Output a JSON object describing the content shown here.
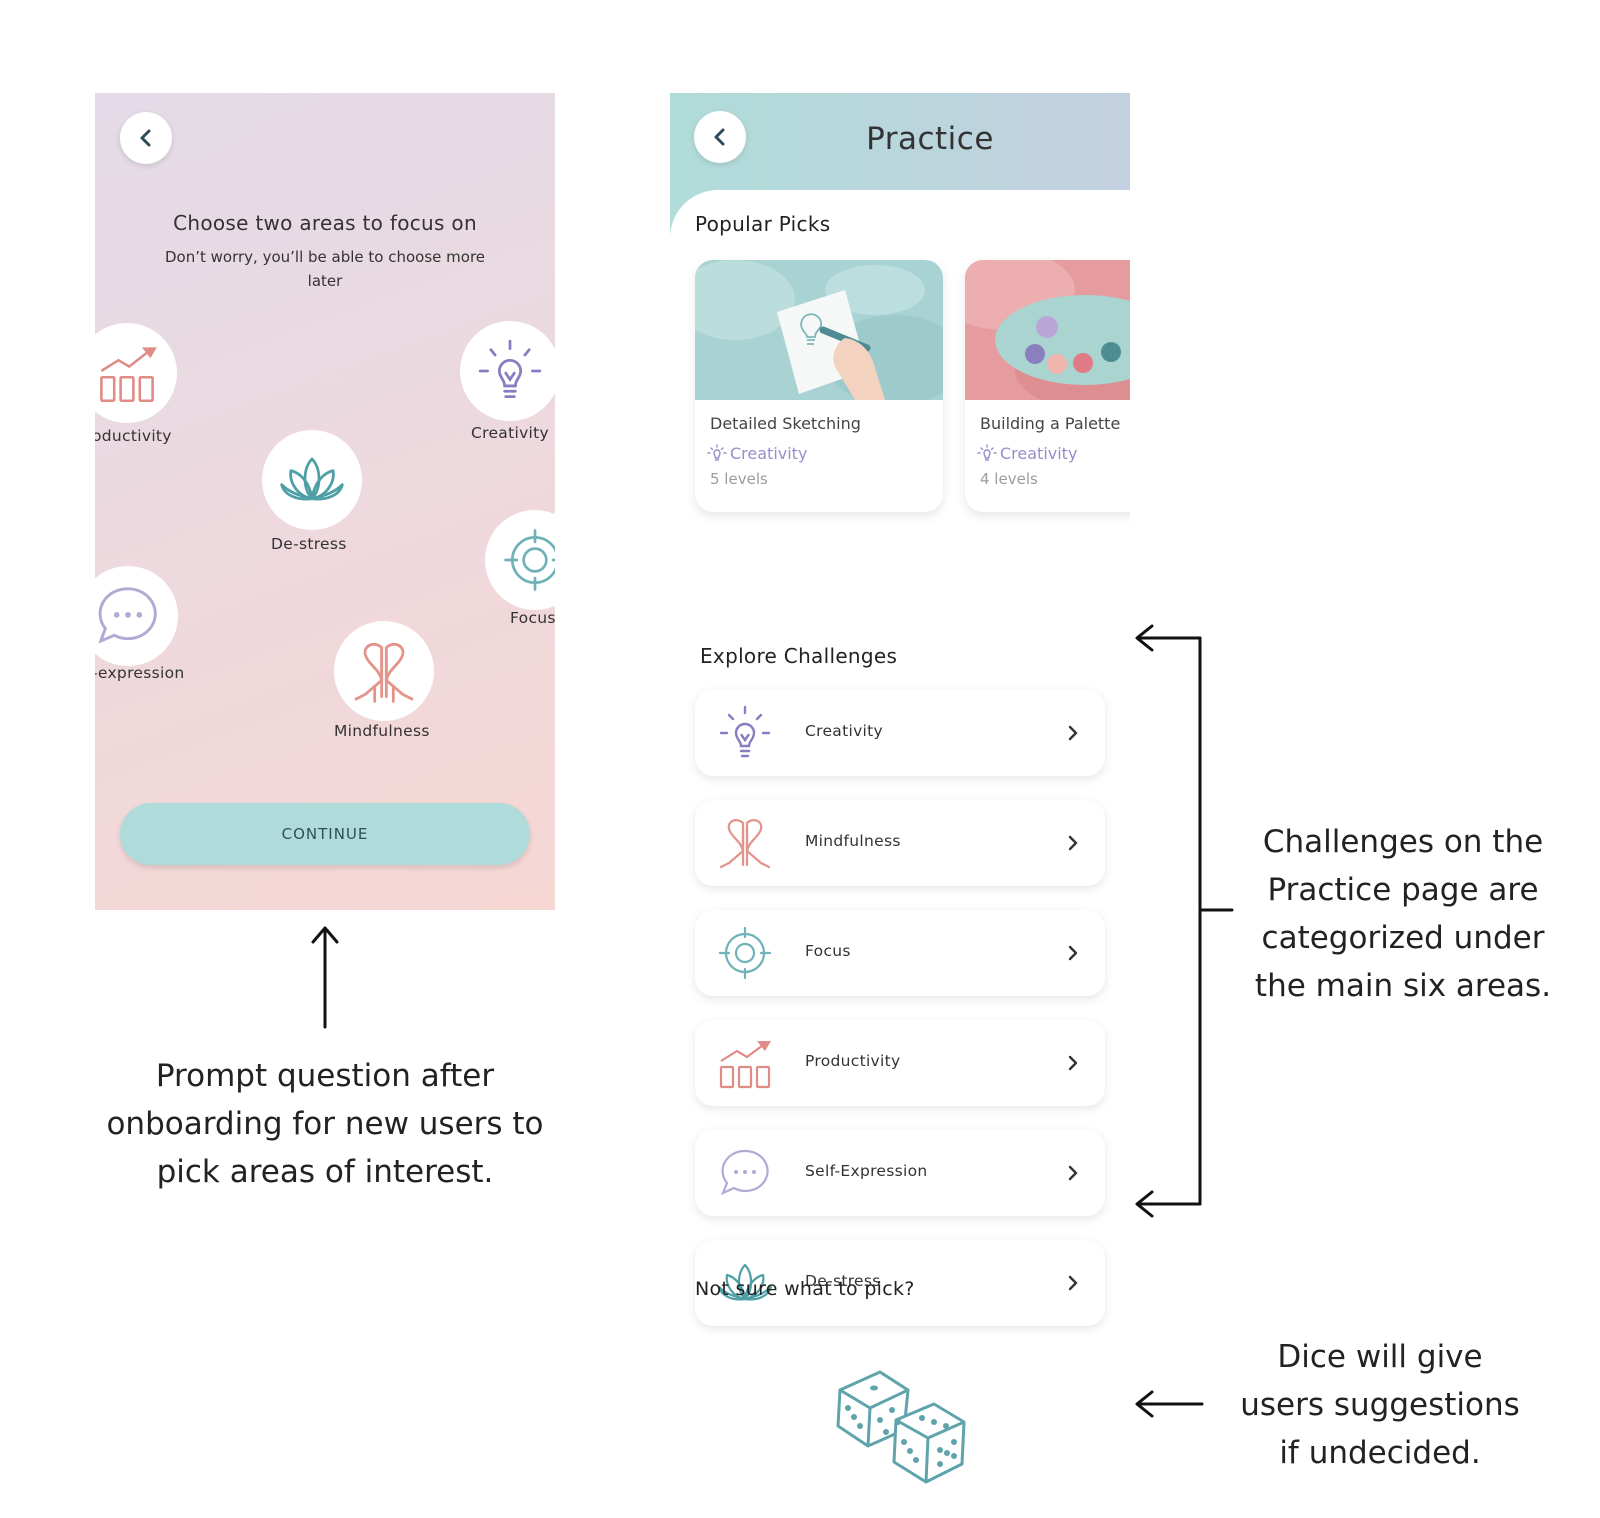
{
  "onboarding": {
    "title": "Choose two areas to focus on",
    "subtitle": "Don’t worry, you’ll be able to choose more later",
    "areas": [
      {
        "label": "oductivity",
        "icon": "productivity-chart-icon"
      },
      {
        "label": "Creativity",
        "icon": "lightbulb-icon"
      },
      {
        "label": "De-stress",
        "icon": "lotus-icon"
      },
      {
        "label": "Focus",
        "icon": "target-icon"
      },
      {
        "label": "-expression",
        "icon": "speech-bubble-icon"
      },
      {
        "label": "Mindfulness",
        "icon": "praying-hands-icon"
      }
    ],
    "continue_label": "CONTINUE"
  },
  "practice": {
    "title": "Practice",
    "popular_title": "Popular Picks",
    "picks": [
      {
        "name": "Detailed Sketching",
        "category": "Creativity",
        "levels": "5 levels"
      },
      {
        "name": "Building a Palette",
        "category": "Creativity",
        "levels": "4 levels"
      }
    ],
    "explore_title": "Explore Challenges",
    "challenges": [
      {
        "label": "Creativity",
        "icon": "lightbulb-icon"
      },
      {
        "label": "Mindfulness",
        "icon": "praying-hands-icon"
      },
      {
        "label": "Focus",
        "icon": "target-icon"
      },
      {
        "label": "Productivity",
        "icon": "productivity-chart-icon"
      },
      {
        "label": "Self-Expression",
        "icon": "speech-bubble-icon"
      },
      {
        "label": "De-stress",
        "icon": "lotus-icon"
      }
    ],
    "not_sure": "Not sure what to pick?"
  },
  "annotations": {
    "left": [
      "Prompt question after",
      "onboarding for new users to",
      "pick areas of interest."
    ],
    "right_top": [
      "Challenges on the",
      "Practice page are",
      "categorized under",
      "the main six areas."
    ],
    "right_bottom": [
      "Dice will give",
      "users suggestions",
      "if undecided."
    ]
  },
  "colors": {
    "teal": "#6fb3b9",
    "lavender": "#9a8ccb",
    "coral": "#e08b86",
    "button": "#afdbda"
  }
}
